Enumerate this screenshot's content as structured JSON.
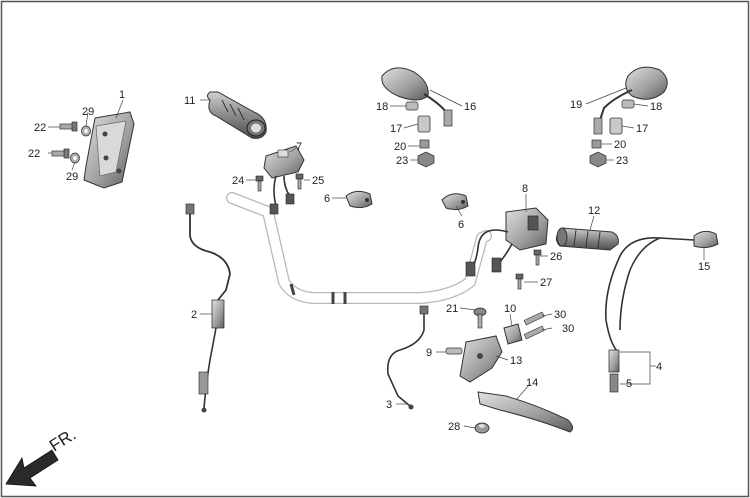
{
  "diagram": {
    "direction_label": "FR.",
    "callouts": {
      "c1": "1",
      "c2": "2",
      "c3": "3",
      "c4": "4",
      "c5": "5",
      "c6a": "6",
      "c6b": "6",
      "c7": "7",
      "c8": "8",
      "c9": "9",
      "c10": "10",
      "c11": "11",
      "c12": "12",
      "c13": "13",
      "c14": "14",
      "c15": "15",
      "c16": "16",
      "c17a": "17",
      "c17b": "17",
      "c18a": "18",
      "c18b": "18",
      "c19": "19",
      "c20a": "20",
      "c20b": "20",
      "c21": "21",
      "c22a": "22",
      "c22b": "22",
      "c23a": "23",
      "c23b": "23",
      "c24": "24",
      "c25": "25",
      "c26": "26",
      "c27": "27",
      "c28": "28",
      "c29a": "29",
      "c29b": "29",
      "c30a": "30",
      "c30b": "30"
    },
    "colors": {
      "line": "#333333",
      "handlebar_outline": "#b8b8b8",
      "part_fill": "#9a9a9a",
      "part_light": "#c4c4c4",
      "part_dark": "#5a5a5a",
      "arrow": "#2a2a2a"
    }
  }
}
